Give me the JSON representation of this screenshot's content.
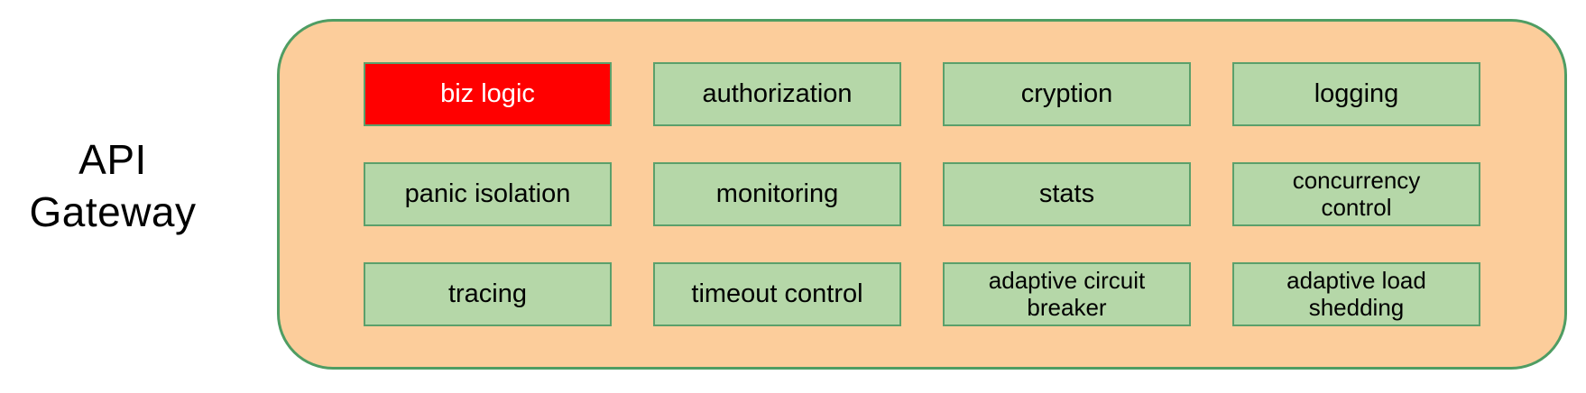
{
  "colors": {
    "canvas_bg": "#ffffff",
    "container_fill": "#fccd9b",
    "container_border": "#4f9d63",
    "cell_fill": "#b5d7a8",
    "cell_border": "#5ba06b",
    "highlight_fill": "#ff0000",
    "highlight_text": "#ffffff",
    "text": "#000000"
  },
  "gateway": {
    "title": "API Gateway",
    "title_lines": [
      "API",
      "Gateway"
    ],
    "features": [
      {
        "label": "biz logic",
        "lines": [
          "biz logic"
        ],
        "variant": "highlight"
      },
      {
        "label": "authorization",
        "lines": [
          "authorization"
        ],
        "variant": "default"
      },
      {
        "label": "cryption",
        "lines": [
          "cryption"
        ],
        "variant": "default"
      },
      {
        "label": "logging",
        "lines": [
          "logging"
        ],
        "variant": "default"
      },
      {
        "label": "panic isolation",
        "lines": [
          "panic isolation"
        ],
        "variant": "default"
      },
      {
        "label": "monitoring",
        "lines": [
          "monitoring"
        ],
        "variant": "default"
      },
      {
        "label": "stats",
        "lines": [
          "stats"
        ],
        "variant": "default"
      },
      {
        "label": "concurrency control",
        "lines": [
          "concurrency",
          "control"
        ],
        "variant": "default"
      },
      {
        "label": "tracing",
        "lines": [
          "tracing"
        ],
        "variant": "default"
      },
      {
        "label": "timeout control",
        "lines": [
          "timeout control"
        ],
        "variant": "default"
      },
      {
        "label": "adaptive circuit breaker",
        "lines": [
          "adaptive circuit",
          "breaker"
        ],
        "variant": "default"
      },
      {
        "label": "adaptive load shedding",
        "lines": [
          "adaptive load",
          "shedding"
        ],
        "variant": "default"
      }
    ]
  }
}
